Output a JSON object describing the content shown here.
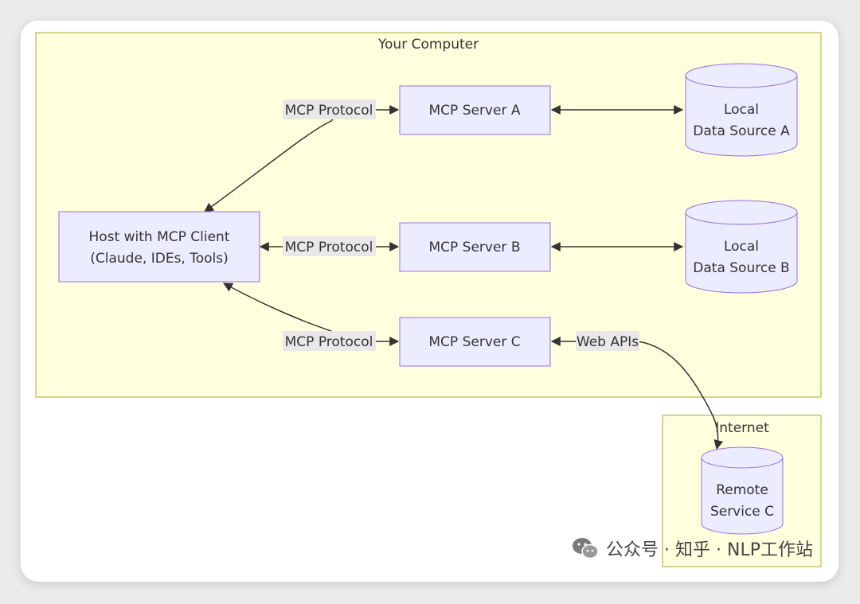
{
  "subgraphs": {
    "your_computer": "Your Computer",
    "internet": "Internet"
  },
  "nodes": {
    "host_line1": "Host with MCP Client",
    "host_line2": "(Claude, IDEs, Tools)",
    "server_a": "MCP Server A",
    "server_b": "MCP Server B",
    "server_c": "MCP Server C",
    "data_a_line1": "Local",
    "data_a_line2": "Data Source A",
    "data_b_line1": "Local",
    "data_b_line2": "Data Source B",
    "remote_line1": "Remote",
    "remote_line2": "Service C"
  },
  "edges": {
    "protocol_a": "MCP Protocol",
    "protocol_b": "MCP Protocol",
    "protocol_c": "MCP Protocol",
    "web_apis": "Web APIs"
  },
  "watermark": {
    "text": "公众号 · 知乎 · NLP工作站",
    "icon": "wechat-icon"
  },
  "colors": {
    "subgraph_fill": "#ffffde",
    "subgraph_stroke": "#aaaa33",
    "node_fill": "#ececff",
    "node_stroke": "#9370db",
    "edge": "#333333"
  }
}
